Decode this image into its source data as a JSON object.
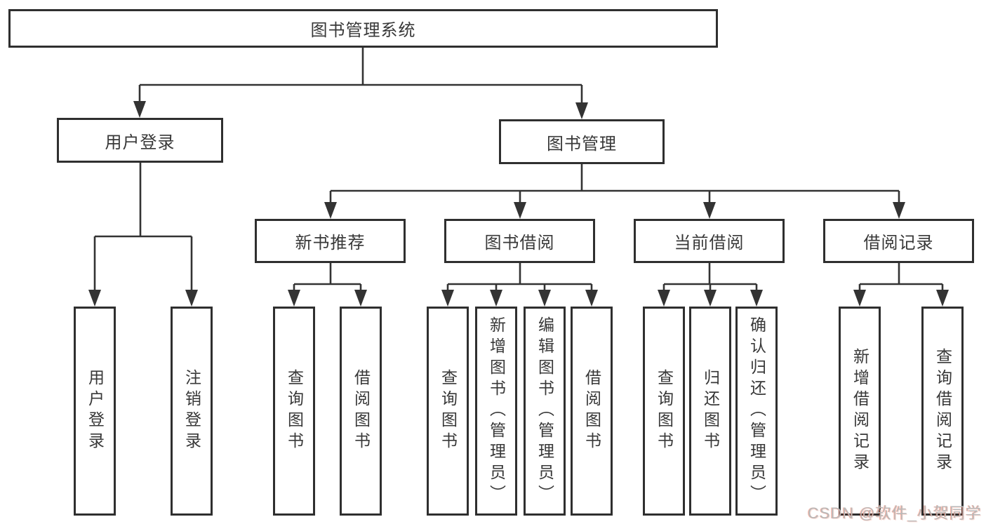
{
  "diagram": {
    "root": {
      "label": "图书管理系统",
      "children": [
        {
          "label": "用户登录",
          "children": [
            {
              "label": "用户登录"
            },
            {
              "label": "注销登录"
            }
          ]
        },
        {
          "label": "图书管理",
          "children": [
            {
              "label": "新书推荐",
              "children": [
                {
                  "label": "查询图书"
                },
                {
                  "label": "借阅图书"
                }
              ]
            },
            {
              "label": "图书借阅",
              "children": [
                {
                  "label": "查询图书"
                },
                {
                  "label": "新增图书（管理员）"
                },
                {
                  "label": "编辑图书（管理员）"
                },
                {
                  "label": "借阅图书"
                }
              ]
            },
            {
              "label": "当前借阅",
              "children": [
                {
                  "label": "查询图书"
                },
                {
                  "label": "归还图书"
                },
                {
                  "label": "确认归还（管理员）"
                }
              ]
            },
            {
              "label": "借阅记录",
              "children": [
                {
                  "label": "新增借阅记录"
                },
                {
                  "label": "查询借阅记录"
                }
              ]
            }
          ]
        }
      ]
    }
  },
  "watermark": {
    "text": "CSDN @软件_小贺同学"
  },
  "colors": {
    "background": "#ffffff",
    "line": "#333333",
    "box_border": "#2f2f2f",
    "label_text": "#383838",
    "watermark_text": "#b9b9b9",
    "watermark_accent": "#fc5531"
  }
}
